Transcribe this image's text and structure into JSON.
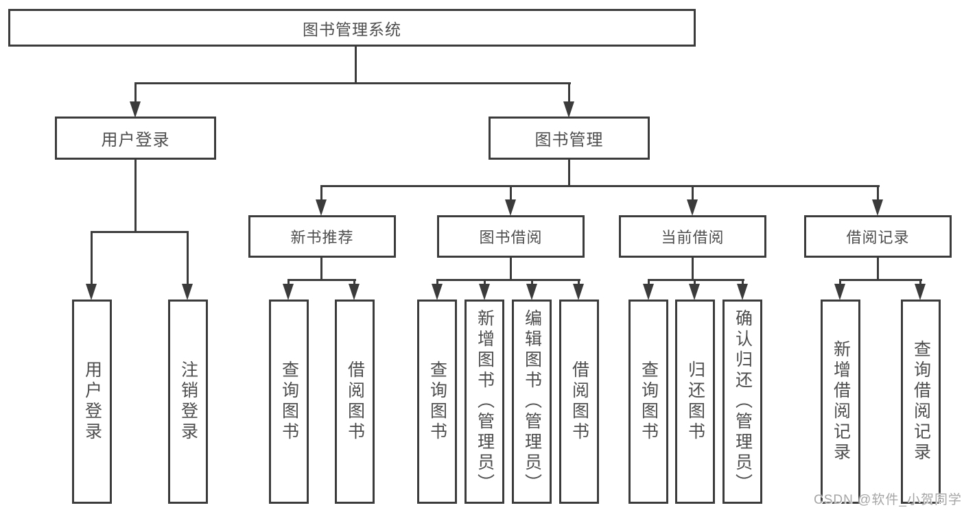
{
  "tree": {
    "root": {
      "label": "图书管理系统"
    },
    "branches": [
      {
        "label": "用户登录",
        "children": [
          {
            "label": "用户登录"
          },
          {
            "label": "注销登录"
          }
        ]
      },
      {
        "label": "图书管理",
        "groups": [
          {
            "label": "新书推荐",
            "children": [
              {
                "label": "查询图书"
              },
              {
                "label": "借阅图书"
              }
            ]
          },
          {
            "label": "图书借阅",
            "children": [
              {
                "label": "查询图书"
              },
              {
                "label": "新增图书（管理员）"
              },
              {
                "label": "编辑图书（管理员）"
              },
              {
                "label": "借阅图书"
              }
            ]
          },
          {
            "label": "当前借阅",
            "children": [
              {
                "label": "查询图书"
              },
              {
                "label": "归还图书"
              },
              {
                "label": "确认归还（管理员）"
              }
            ]
          },
          {
            "label": "借阅记录",
            "children": [
              {
                "label": "新增借阅记录"
              },
              {
                "label": "查询借阅记录"
              }
            ]
          }
        ]
      }
    ]
  },
  "colors": {
    "line": "#3b3b3b",
    "text": "#4d4d4d",
    "watermark": "#a6a6a6"
  },
  "watermark": {
    "text": "CSDN @软件_小贺同学"
  }
}
